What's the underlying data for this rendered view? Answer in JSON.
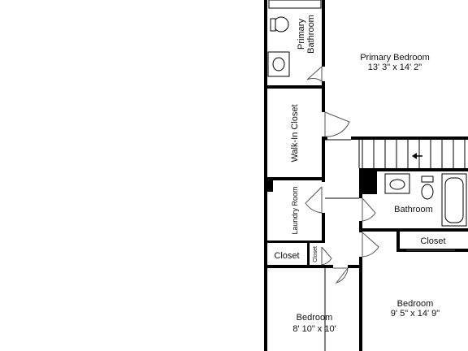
{
  "rooms": {
    "primary_bathroom": {
      "name_line1": "Primary",
      "name_line2": "Bathroom"
    },
    "primary_bedroom": {
      "name": "Primary Bedroom",
      "dims": "13' 3\" x 14' 2\""
    },
    "walk_in_closet": {
      "name": "Walk-In Closet"
    },
    "laundry_room": {
      "name": "Laundry Room"
    },
    "bathroom": {
      "name": "Bathroom"
    },
    "closet_right": {
      "name": "Closet"
    },
    "closet_left": {
      "name": "Closet"
    },
    "closet_small": {
      "name": "Closet"
    },
    "bedroom_right": {
      "name": "Bedroom",
      "dims": "9' 5\" x 14' 9\""
    },
    "bedroom_left": {
      "name": "Bedroom",
      "dims": "8' 10\" x 10'"
    }
  },
  "stairs": {
    "direction": "down-left-arrow"
  }
}
